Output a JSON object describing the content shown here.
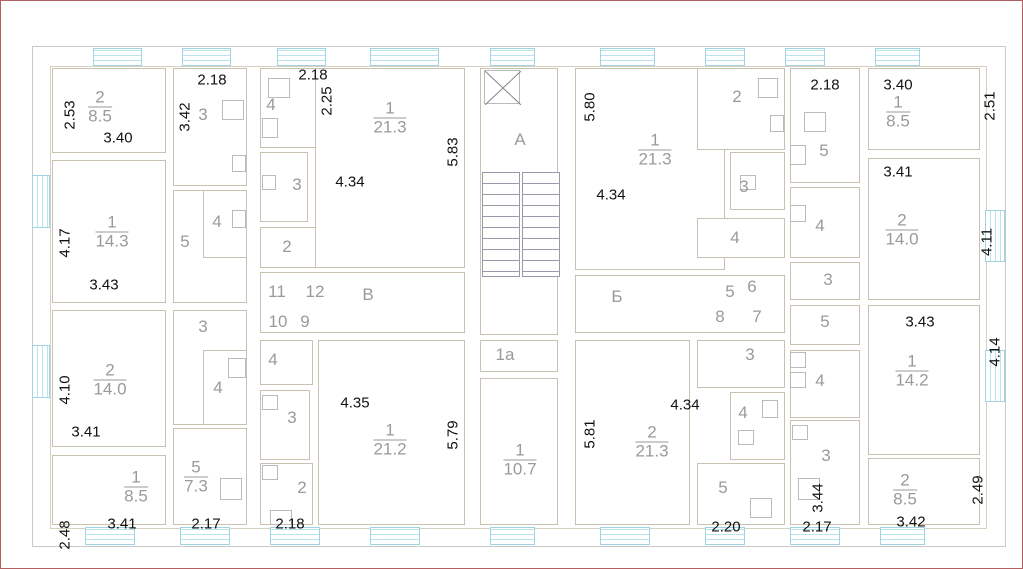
{
  "plan": {
    "dimensions": [
      "2.53",
      "3.40",
      "2.18",
      "3.42",
      "2.18",
      "2.25",
      "5.83",
      "4.34",
      "4.17",
      "3.43",
      "5.80",
      "4.34",
      "2.18",
      "3.40",
      "2.51",
      "3.41",
      "4.11",
      "3.43",
      "4.14",
      "4.10",
      "3.41",
      "4.35",
      "5.79",
      "5.81",
      "4.34",
      "2.48",
      "3.41",
      "2.17",
      "2.18",
      "2.20",
      "2.17",
      "3.44",
      "3.42",
      "2.49"
    ],
    "room_labels": [
      {
        "num": "2",
        "area": "8.5"
      },
      {
        "num": "1",
        "area": "14.3"
      },
      {
        "num": "3"
      },
      {
        "num": "5"
      },
      {
        "num": "4"
      },
      {
        "num": "4"
      },
      {
        "num": "3"
      },
      {
        "num": "2"
      },
      {
        "num": "1",
        "area": "21.3"
      },
      {
        "num": "А"
      },
      {
        "num": "В"
      },
      {
        "num": "11"
      },
      {
        "num": "12"
      },
      {
        "num": "10"
      },
      {
        "num": "9"
      },
      {
        "num": "Б"
      },
      {
        "num": "5"
      },
      {
        "num": "6"
      },
      {
        "num": "8"
      },
      {
        "num": "7"
      },
      {
        "num": "1а"
      },
      {
        "num": "1",
        "area": "10.7"
      },
      {
        "num": "2",
        "area": "21.3"
      },
      {
        "num": "1",
        "area": "21.2"
      },
      {
        "num": "2",
        "area": "14.0"
      },
      {
        "num": "1",
        "area": "8.5"
      },
      {
        "num": "5",
        "area": "7.3"
      },
      {
        "num": "3"
      },
      {
        "num": "4"
      },
      {
        "num": "4"
      },
      {
        "num": "3"
      },
      {
        "num": "2"
      },
      {
        "num": "2"
      },
      {
        "num": "3"
      },
      {
        "num": "4"
      },
      {
        "num": "5"
      },
      {
        "num": "4"
      },
      {
        "num": "3"
      },
      {
        "num": "1",
        "area": "8.5"
      },
      {
        "num": "2",
        "area": "14.0"
      },
      {
        "num": "5"
      },
      {
        "num": "4"
      },
      {
        "num": "3"
      },
      {
        "num": "1",
        "area": "14.2"
      },
      {
        "num": "2",
        "area": "8.5"
      },
      {
        "num": "3"
      },
      {
        "num": "4"
      },
      {
        "num": "5"
      },
      {
        "num": "1",
        "area": "21.3"
      },
      {
        "num": "1",
        "area": "21.3"
      }
    ]
  }
}
